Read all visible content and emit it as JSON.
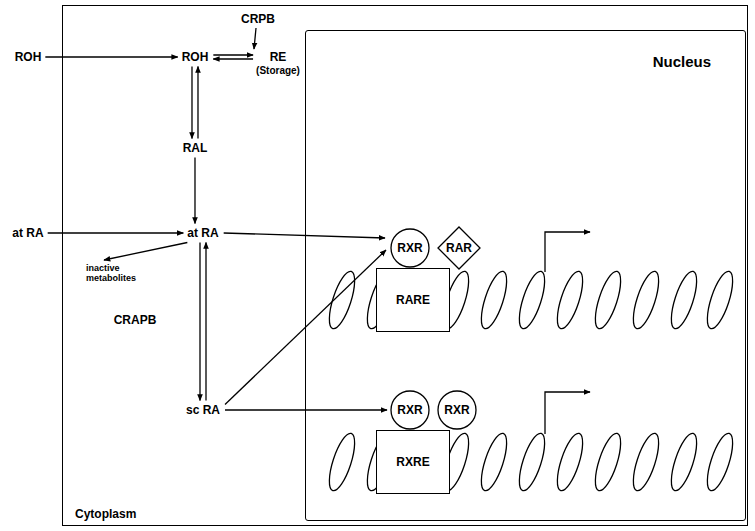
{
  "diagram": {
    "nodes": [
      {
        "text": [
          "Cytoplasm"
        ]
      },
      {
        "text": [
          "ROH"
        ]
      },
      {
        "text": [
          "ROH"
        ],
        "in": 0
      },
      {
        "text": [
          "RE",
          "(Storage)"
        ],
        "in": 0
      },
      {
        "text": [
          "RAL"
        ],
        "in": 0
      },
      {
        "text": [
          "at RA"
        ]
      },
      {
        "text": [
          "at RA"
        ],
        "in": 0
      },
      {
        "text": [
          "inactive metabolites"
        ],
        "in": 0
      },
      {
        "text": [
          "sc RA"
        ],
        "in": 0
      },
      {
        "text": [
          "Nucleus"
        ],
        "in": 0
      },
      {
        "text": [
          "RXR"
        ],
        "in": 9
      },
      {
        "text": [
          "RAR"
        ],
        "in": 9
      },
      {
        "text": [
          "RARE"
        ],
        "in": 9
      },
      {
        "text": [
          "RXR"
        ],
        "in": 9
      },
      {
        "text": [
          "RXR"
        ],
        "in": 9
      },
      {
        "text": [
          "RXRE"
        ],
        "in": 9
      }
    ],
    "edges": [
      {
        "from": 1,
        "to": 2,
        "arrow": "to"
      },
      {
        "from": 2,
        "to": 3,
        "arrow": "to"
      },
      {
        "from": 3,
        "to": 2,
        "arrow": "to"
      },
      {
        "from": 2,
        "to": 4,
        "arrow": "to"
      },
      {
        "from": 4,
        "to": 2,
        "arrow": "to"
      },
      {
        "from": 4,
        "to": 6,
        "arrow": "to"
      },
      {
        "from": 5,
        "to": 6,
        "arrow": "to"
      },
      {
        "from": 6,
        "to": 7,
        "arrow": "to"
      },
      {
        "from": 6,
        "to": 8,
        "arrow": "to"
      },
      {
        "from": 8,
        "to": 6,
        "arrow": "to"
      },
      {
        "from": 6,
        "to": 10,
        "arrow": "to"
      },
      {
        "from": 8,
        "to": 10,
        "arrow": "to"
      },
      {
        "from": 8,
        "to": 13,
        "arrow": "to"
      }
    ],
    "labels": [
      "CRPB",
      "CRAPB"
    ]
  }
}
